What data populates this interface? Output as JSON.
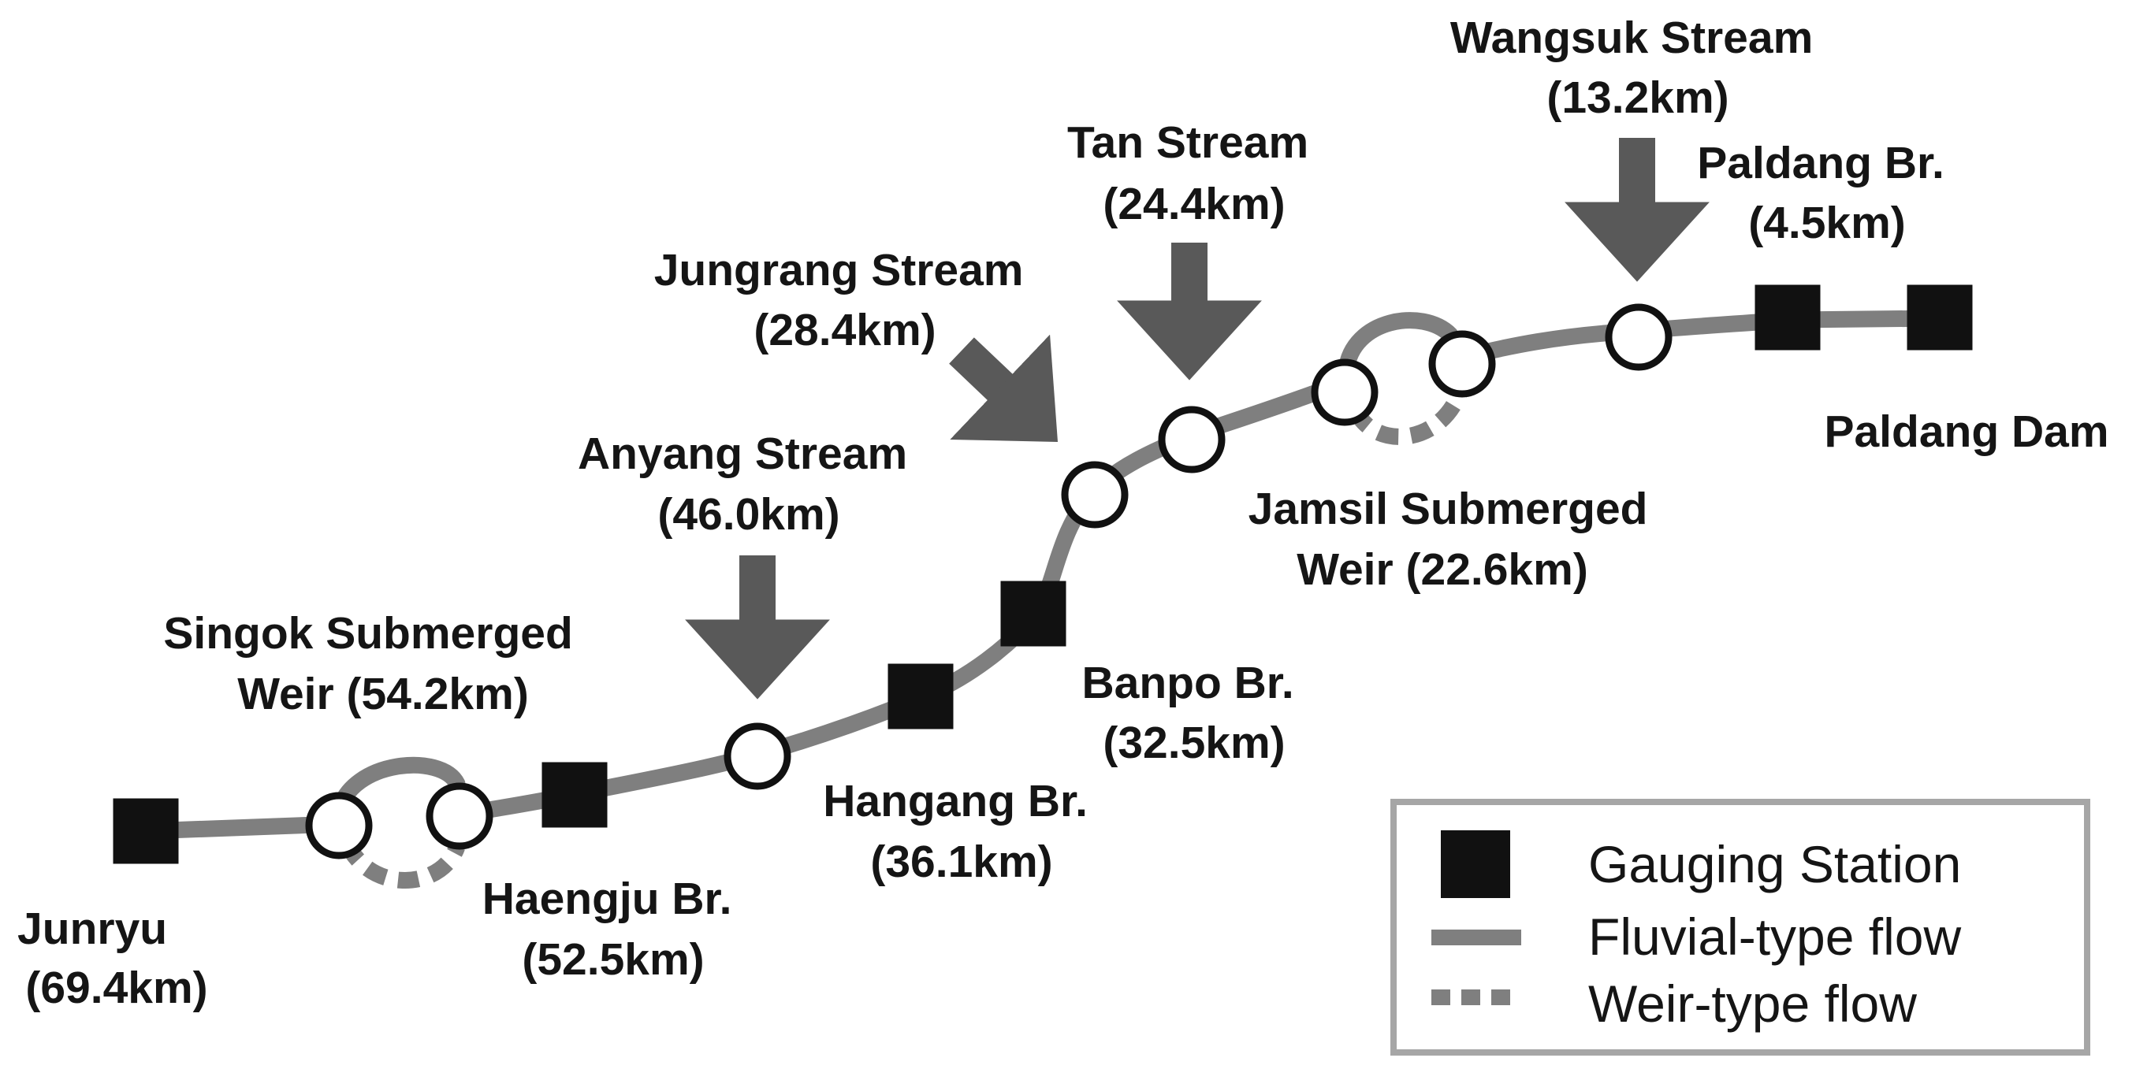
{
  "colors": {
    "river": "#7f7f7f",
    "arrow": "#595959",
    "station": "#111111",
    "text": "#151515",
    "legend_border": "#a6a6a6",
    "circle_fill": "#ffffff"
  },
  "labels": {
    "junryu": [
      "Junryu",
      "(69.4km)"
    ],
    "singok": [
      "Singok Submerged",
      "Weir (54.2km)"
    ],
    "haengju": [
      "Haengju Br.",
      "(52.5km)"
    ],
    "anyang": [
      "Anyang Stream",
      "(46.0km)"
    ],
    "hangang": [
      "Hangang Br.",
      "(36.1km)"
    ],
    "banpo": [
      "Banpo Br.",
      "(32.5km)"
    ],
    "jungrang": [
      "Jungrang Stream",
      "(28.4km)"
    ],
    "tan": [
      "Tan Stream",
      "(24.4km)"
    ],
    "jamsil": [
      "Jamsil Submerged",
      "Weir (22.6km)"
    ],
    "wangsuk": [
      "Wangsuk Stream",
      "(13.2km)"
    ],
    "paldang_br": [
      "Paldang Br.",
      "(4.5km)"
    ],
    "paldang_dam": [
      "Paldang Dam"
    ]
  },
  "legend": {
    "gauging_station": "Gauging Station",
    "fluvial_flow": "Fluvial-type flow",
    "weir_flow": "Weir-type flow"
  }
}
